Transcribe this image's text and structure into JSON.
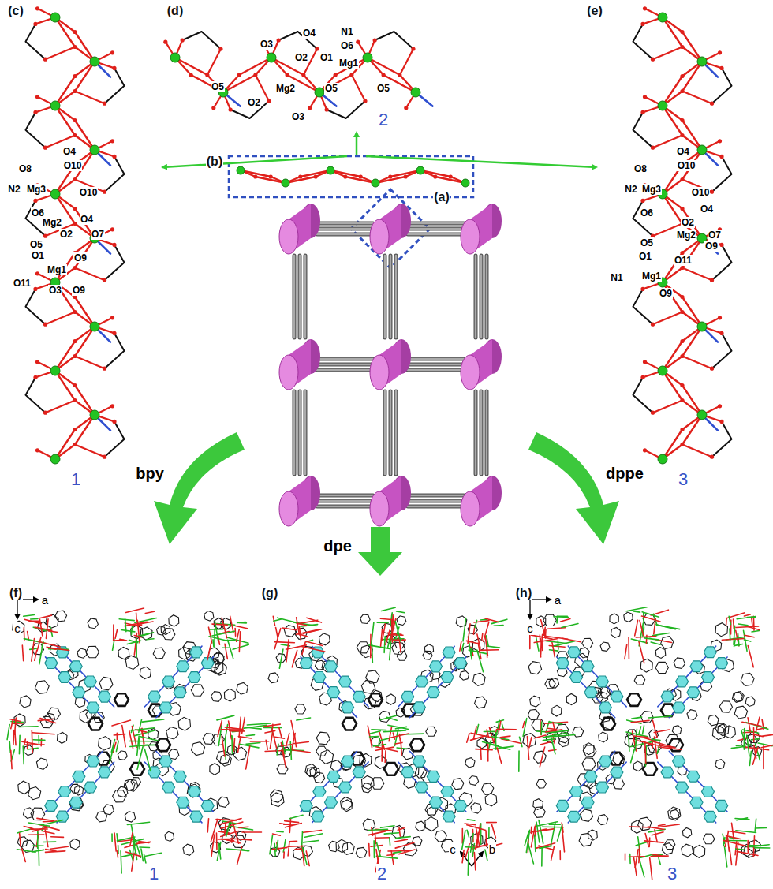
{
  "diagram": {
    "labels": [
      "(c)",
      "(d)",
      "(e)",
      "O4",
      "O8",
      "O10",
      "N2",
      "Mg3",
      "O10",
      "O6",
      "Mg2",
      "O4",
      "O2",
      "O7",
      "O5",
      "O1",
      "O9",
      "Mg1",
      "O11",
      "O3",
      "O9",
      "O4",
      "N1",
      "O3",
      "O6",
      "O2",
      "O1",
      "Mg1",
      "O5",
      "Mg2",
      "O5",
      "O5",
      "O2",
      "O3",
      "2",
      "O8",
      "O4",
      "O10",
      "N2",
      "Mg3",
      "O10",
      "O6",
      "O4",
      "O2",
      "Mg2",
      "O7",
      "O5",
      "O9",
      "O1",
      "O11",
      "N1",
      "Mg1",
      "O9",
      "(b)",
      "1",
      "3",
      "(a)",
      "bpy",
      "dpe",
      "dppe",
      "(f)",
      "a",
      "c",
      "(g)",
      "(h)",
      "a",
      "c",
      "c",
      "b",
      "1",
      "2",
      "3"
    ]
  }
}
